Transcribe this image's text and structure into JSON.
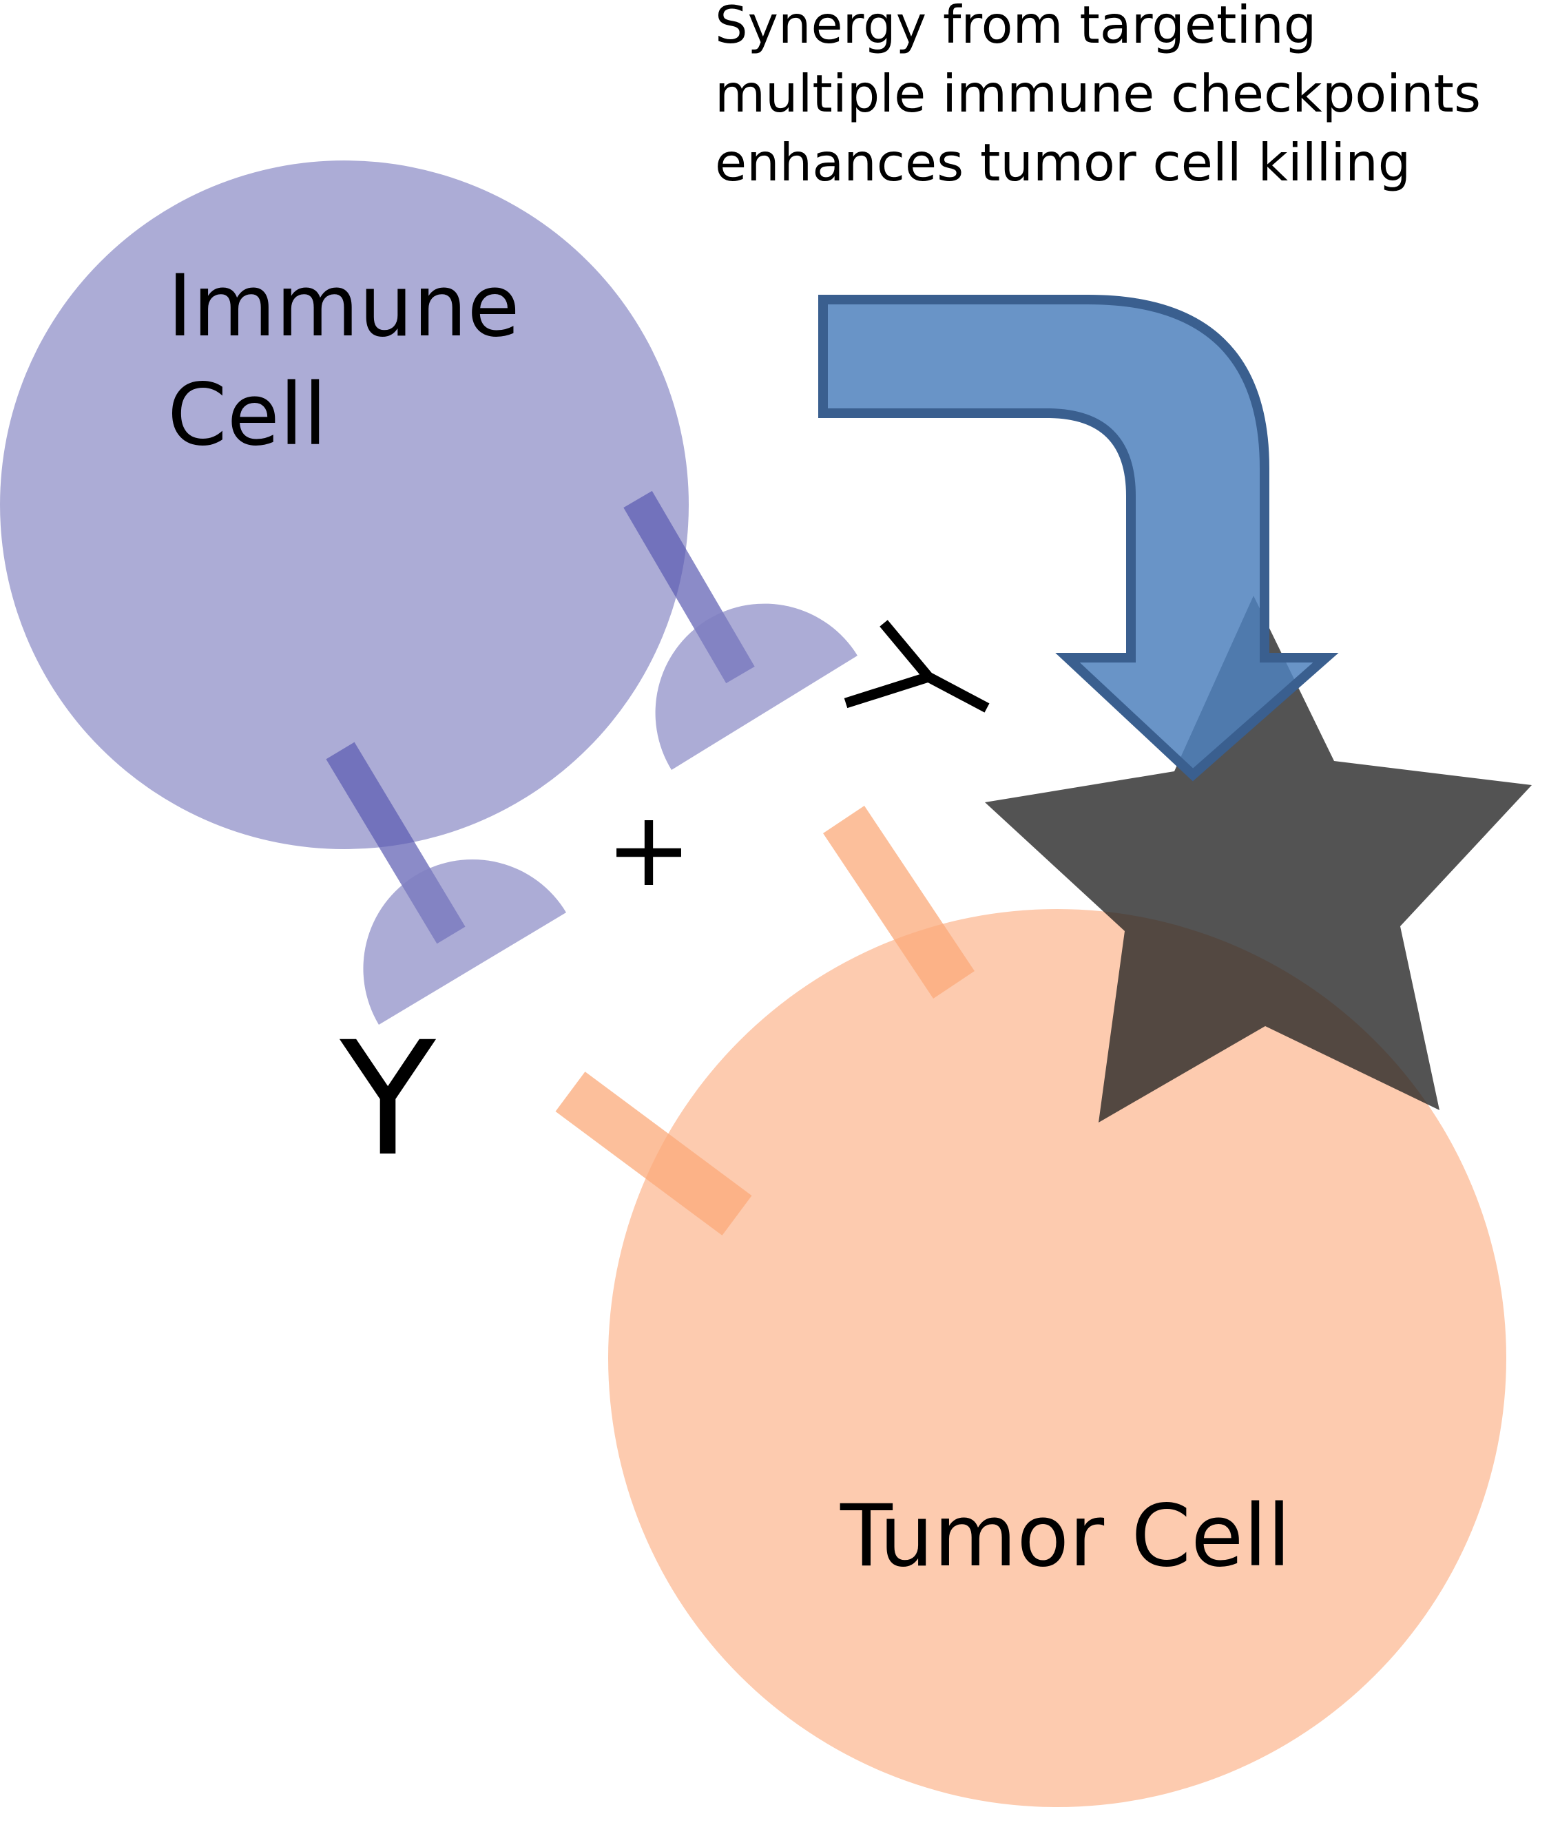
{
  "caption": {
    "line1": "Synergy from targeting",
    "line2": "multiple immune checkpoints",
    "line3": "enhances tumor cell killing"
  },
  "immune_cell": {
    "label_line1": "Immune",
    "label_line2": "Cell"
  },
  "tumor_cell": {
    "label": "Tumor Cell"
  },
  "plus_sign": "+",
  "antibody_symbol": "Y",
  "colors": {
    "immune_cell": "#8080C0",
    "tumor_cell": "#FBA97A",
    "arrow": "#4F81BD",
    "arrow_outline": "#3A5F8F",
    "star": "#222222",
    "antibody": "#000000"
  },
  "icons": {
    "arrow": "curved-down-arrow-icon",
    "star": "star-icon",
    "antibody": "antibody-icon"
  }
}
